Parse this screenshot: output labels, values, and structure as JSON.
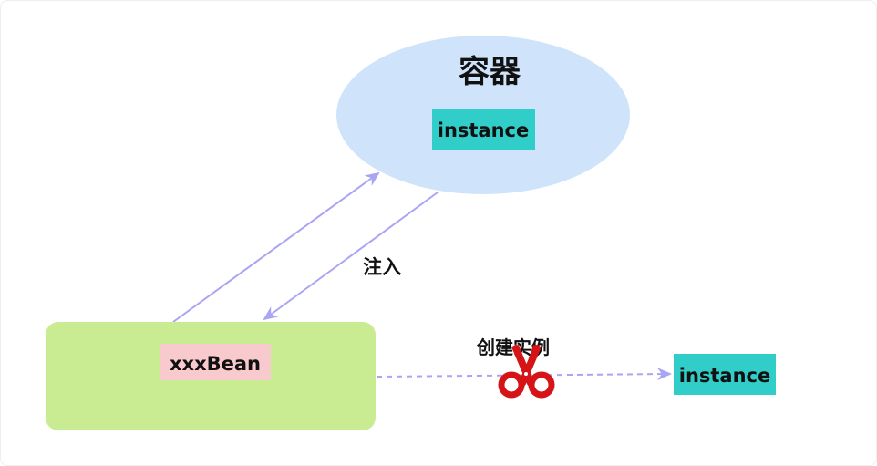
{
  "container": {
    "title": "容器",
    "instance_label": "instance"
  },
  "bean": {
    "label": "xxxBean"
  },
  "inject_label": "注入",
  "create_label": "创建实例",
  "new_instance_label": "instance",
  "colors": {
    "ellipse": "#cfe4fb",
    "bean_box": "#c9eb91",
    "bean_label_bg": "#f8c9cd",
    "instance_bg": "#31cdc9",
    "arrow": "#a9a4f4",
    "scissors": "#d51418"
  }
}
